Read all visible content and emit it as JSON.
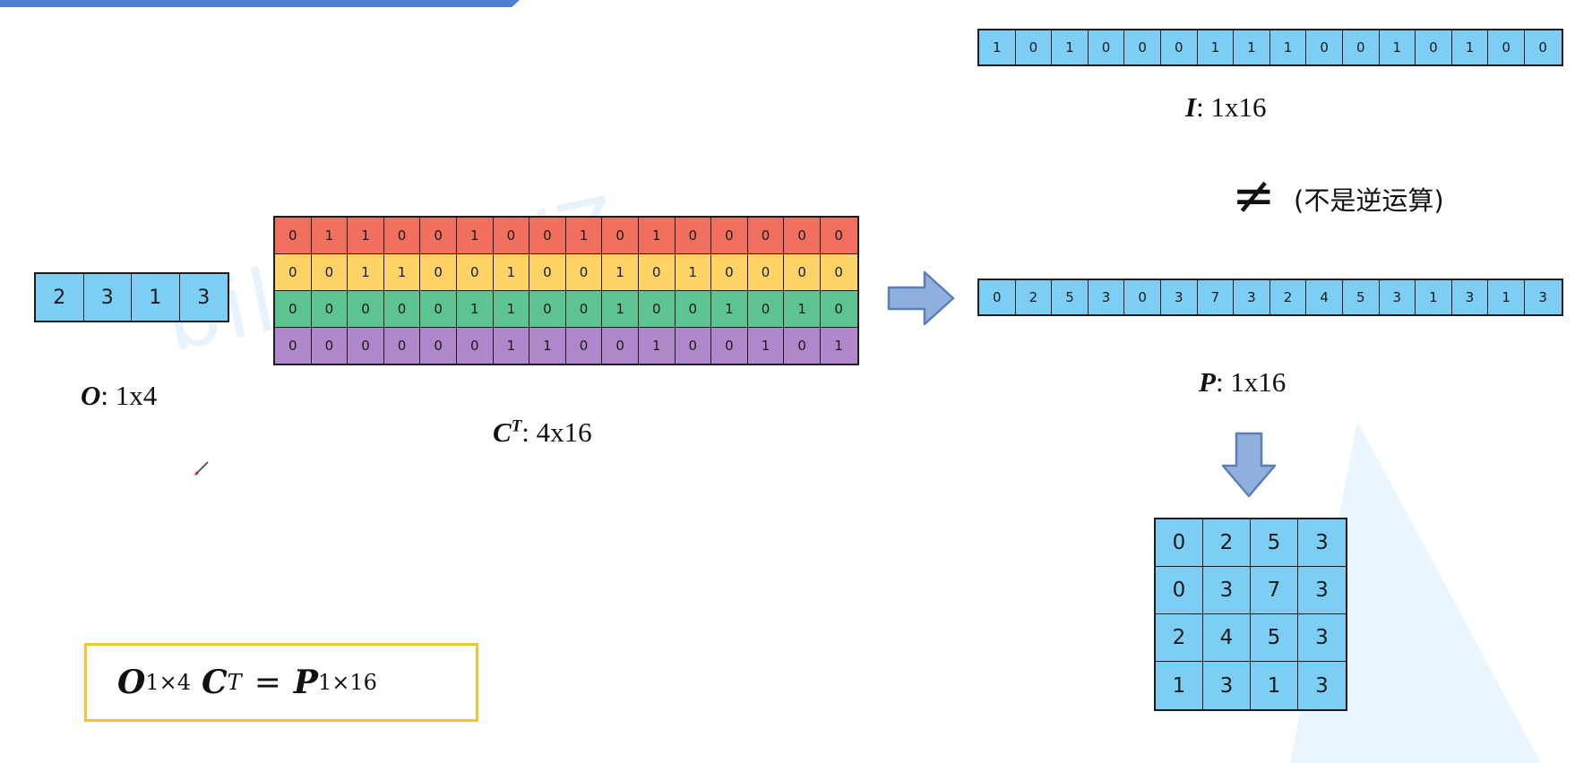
{
  "colors": {
    "cell_blue": "#7dcef5",
    "row_red": "#f16f5e",
    "row_yellow": "#fed467",
    "row_green": "#5cc391",
    "row_purple": "#b087cb",
    "arrow_fill": "#8fb0de",
    "formula_border": "#f4c430",
    "top_bar": "#4f7fd0"
  },
  "watermark": "bilibili  WZ",
  "vector_o": {
    "values": [
      "2",
      "3",
      "1",
      "3"
    ],
    "symbol": "O",
    "dims": ": 1x4"
  },
  "matrix_ct": {
    "symbol": "C",
    "superscript": "T",
    "dims": ": 4x16",
    "rows": [
      [
        "0",
        "1",
        "1",
        "0",
        "0",
        "1",
        "0",
        "0",
        "1",
        "0",
        "1",
        "0",
        "0",
        "0",
        "0",
        "0"
      ],
      [
        "0",
        "0",
        "1",
        "1",
        "0",
        "0",
        "1",
        "0",
        "0",
        "1",
        "0",
        "1",
        "0",
        "0",
        "0",
        "0"
      ],
      [
        "0",
        "0",
        "0",
        "0",
        "0",
        "1",
        "1",
        "0",
        "0",
        "1",
        "0",
        "0",
        "1",
        "0",
        "1",
        "0"
      ],
      [
        "0",
        "0",
        "0",
        "0",
        "0",
        "0",
        "1",
        "1",
        "0",
        "0",
        "1",
        "0",
        "0",
        "1",
        "0",
        "1"
      ]
    ]
  },
  "vector_i": {
    "values": [
      "1",
      "0",
      "1",
      "0",
      "0",
      "0",
      "1",
      "1",
      "1",
      "0",
      "0",
      "1",
      "0",
      "1",
      "0",
      "0"
    ],
    "symbol": "I",
    "dims": ": 1x16"
  },
  "not_equal": {
    "symbol": "≠",
    "note": "(不是逆运算)"
  },
  "vector_p": {
    "values": [
      "0",
      "2",
      "5",
      "3",
      "0",
      "3",
      "7",
      "3",
      "2",
      "4",
      "5",
      "3",
      "1",
      "3",
      "1",
      "3"
    ],
    "symbol": "P",
    "dims": ": 1x16"
  },
  "grid_p": [
    [
      "0",
      "2",
      "5",
      "3"
    ],
    [
      "0",
      "3",
      "7",
      "3"
    ],
    [
      "2",
      "4",
      "5",
      "3"
    ],
    [
      "1",
      "3",
      "1",
      "3"
    ]
  ],
  "formula": {
    "o": "O",
    "o_sup": "1×4",
    "c": "C",
    "c_sup": "T",
    "eq": "=",
    "p": "P",
    "p_sup": "1×16"
  },
  "icons": [
    "right-arrow-icon",
    "down-arrow-icon",
    "pen-cursor-icon"
  ]
}
